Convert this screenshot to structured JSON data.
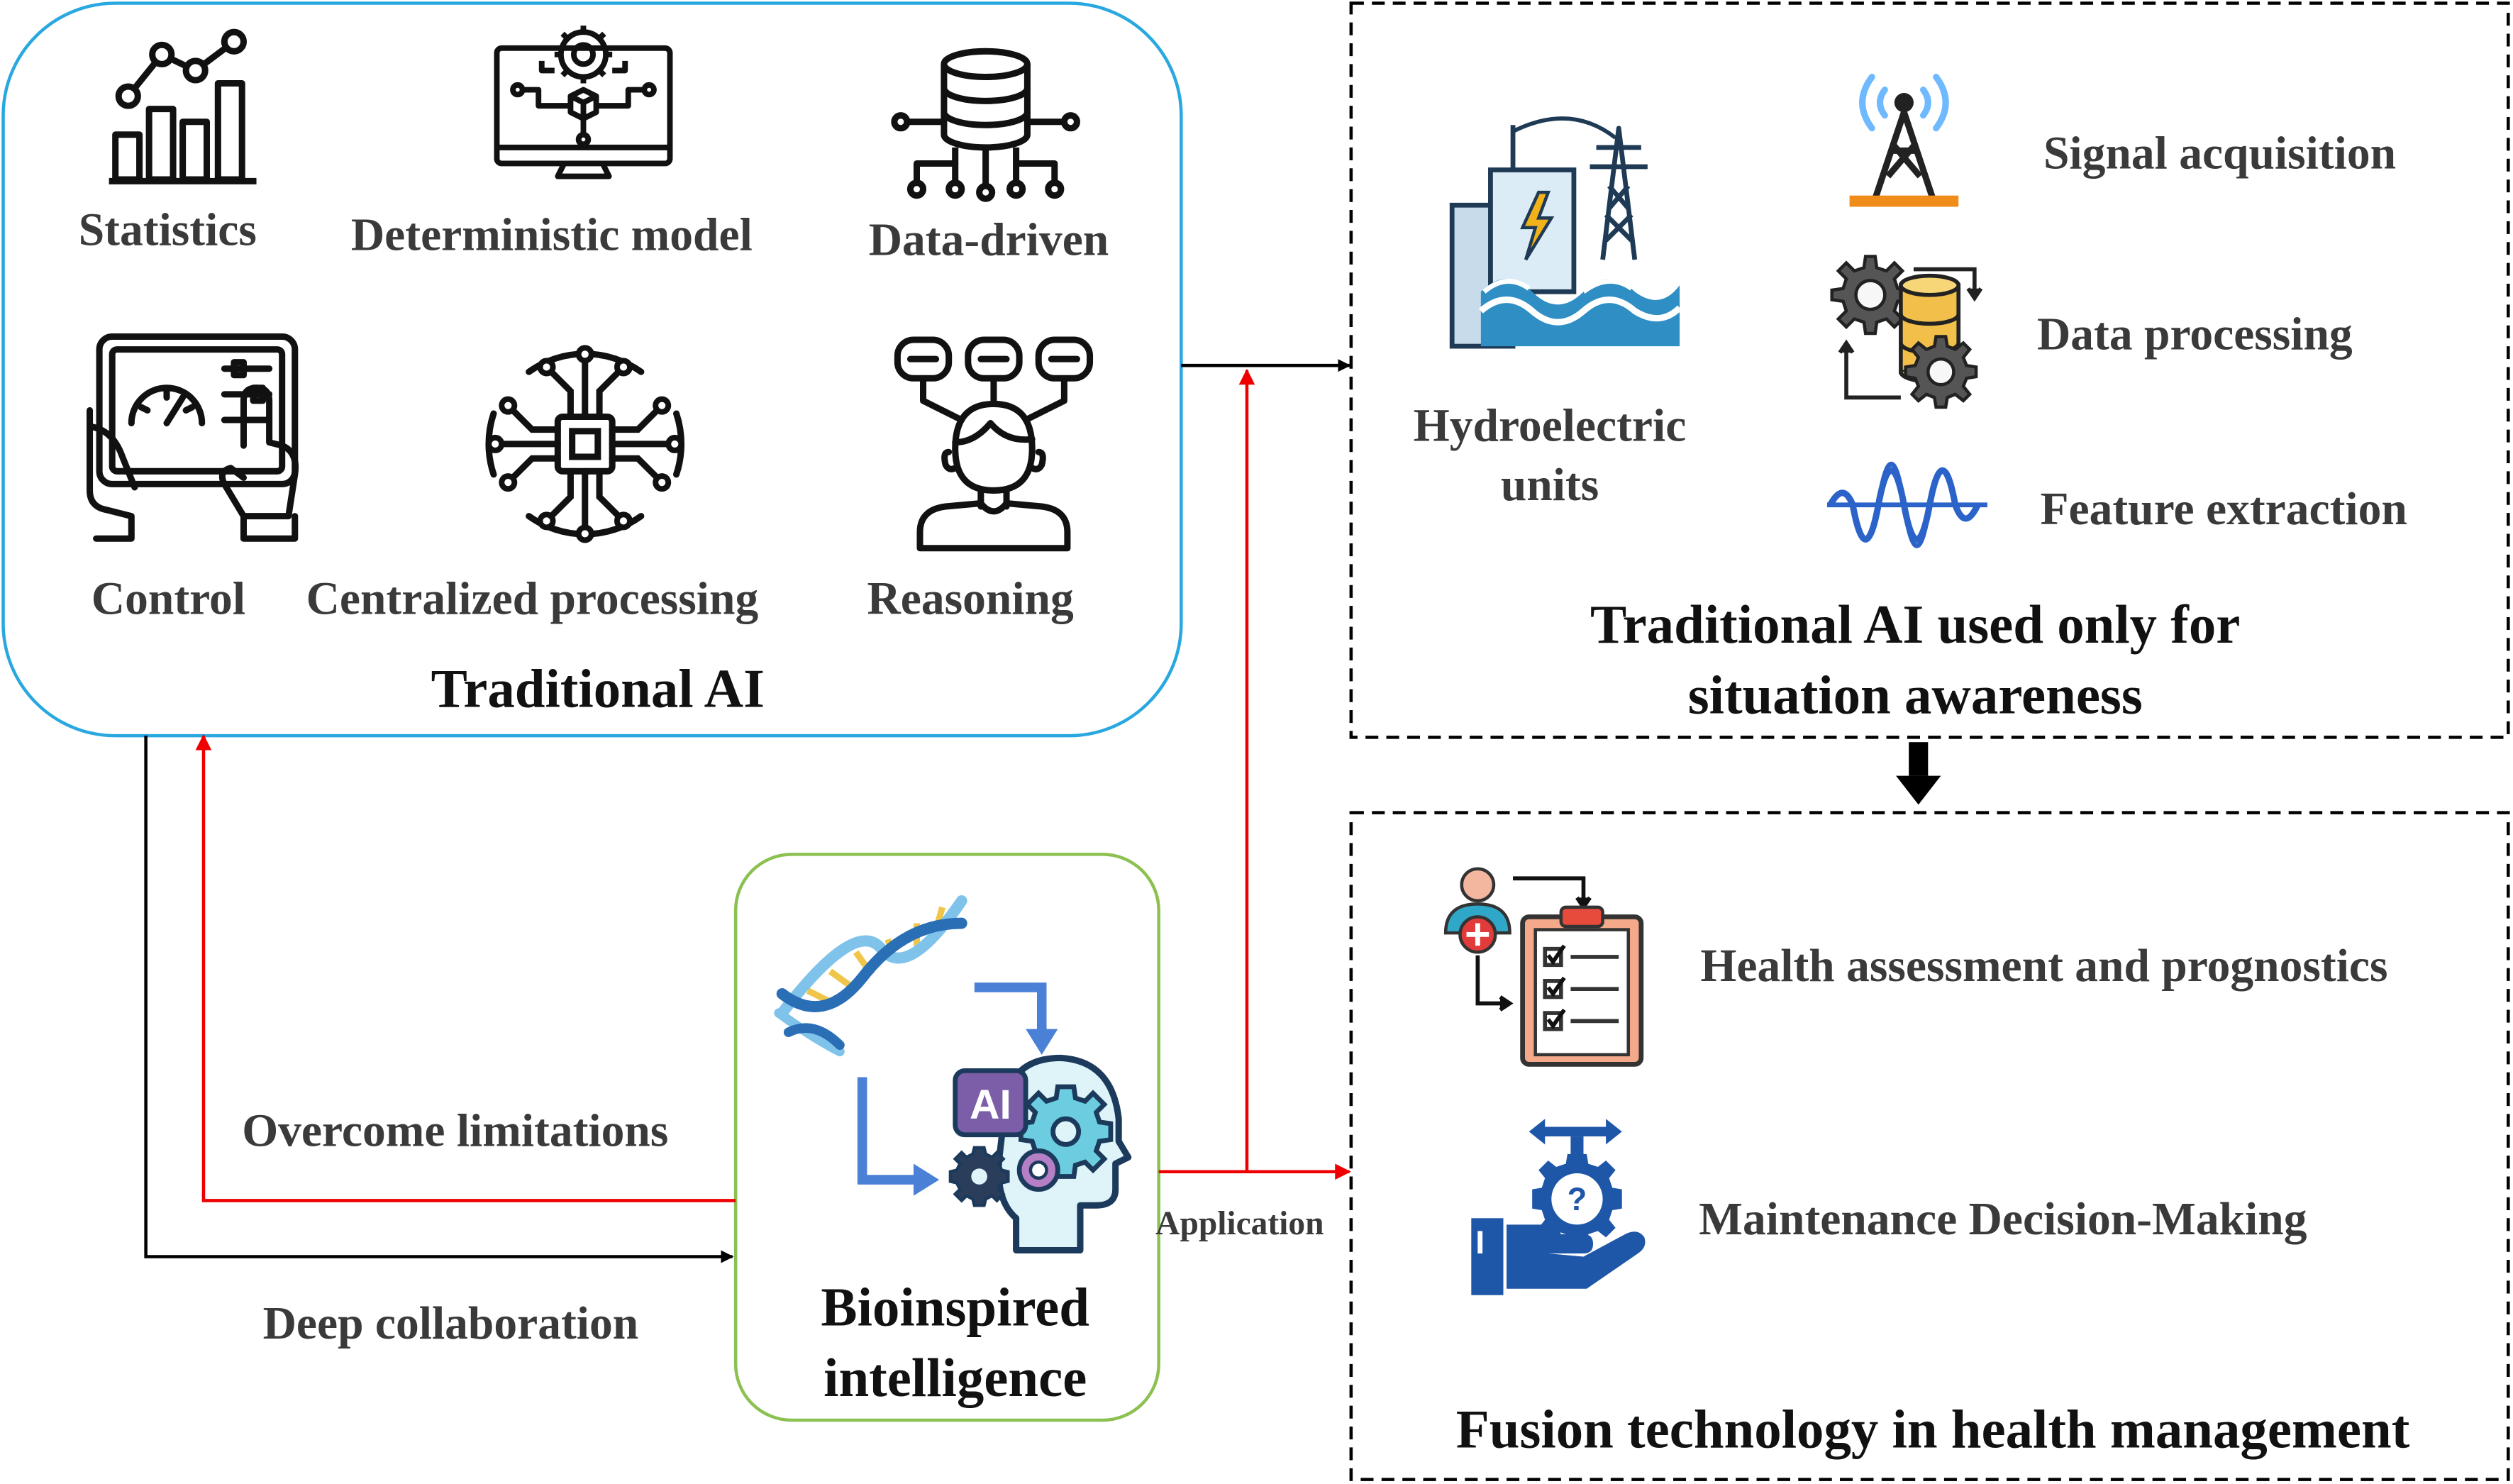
{
  "traditional_ai": {
    "title": "Traditional AI",
    "items": {
      "statistics": "Statistics",
      "deterministic_model": "Deterministic model",
      "data_driven": "Data-driven",
      "control": "Control",
      "centralized_processing": "Centralized processing",
      "reasoning": "Reasoning"
    }
  },
  "situation_awareness": {
    "title_line1": "Traditional AI used only for",
    "title_line2": "situation awareness",
    "hydro_line1": "Hydroelectric",
    "hydro_line2": "units",
    "signal": "Signal acquisition",
    "processing": "Data processing",
    "feature": "Feature extraction"
  },
  "fusion": {
    "title": "Fusion technology in health management",
    "health": "Health assessment and prognostics",
    "maintenance": "Maintenance Decision-Making"
  },
  "bio": {
    "line1": "Bioinspired",
    "line2": "intelligence",
    "ai_badge": "AI"
  },
  "arrows": {
    "overcome": "Overcome limitations",
    "deep": "Deep collaboration",
    "application": "Application"
  },
  "colors": {
    "trad_border": "#29a8e0",
    "bio_border": "#8cc152",
    "red_arrow": "#ee0000",
    "black_arrow": "#000000",
    "dash_border": "#000000",
    "icon_dark": "#111111",
    "icon_blue": "#2b63c9",
    "icon_gold": "#f2c04a",
    "icon_orange": "#f08c1a",
    "icon_red": "#d6402c",
    "icon_purple": "#7b5ea7"
  },
  "icons": [
    "bar-line-chart-icon",
    "monitor-circuit-icon",
    "database-network-icon",
    "touchscreen-gauge-icon",
    "circuit-chip-icon",
    "person-thought-icon",
    "hydro-plant-icon",
    "signal-tower-icon",
    "gear-database-icon",
    "sine-wave-icon",
    "health-clipboard-icon",
    "maintenance-hand-icon",
    "dna-ai-head-icon"
  ]
}
